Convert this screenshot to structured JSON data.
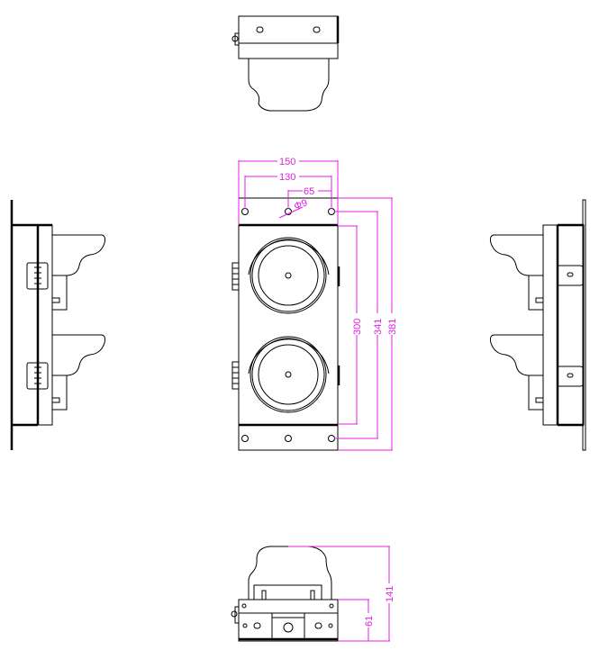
{
  "drawing": {
    "title": "Traffic signal housing - 2 aspect, 300mm, orthographic views",
    "stroke_color": "#000000",
    "dimension_color": "#e020e0",
    "views": [
      "top-view",
      "front-view",
      "left-side-view",
      "right-side-view",
      "bottom-view"
    ]
  },
  "dimensions": {
    "width_overall": "150",
    "hole_spacing_outer": "130",
    "hole_spacing_half": "65",
    "hole_diameter": "Φ9",
    "lens_body_height": "300",
    "hole_to_hole_height": "341",
    "height_overall": "381",
    "depth_overall": "141",
    "bracket_depth": "61"
  }
}
